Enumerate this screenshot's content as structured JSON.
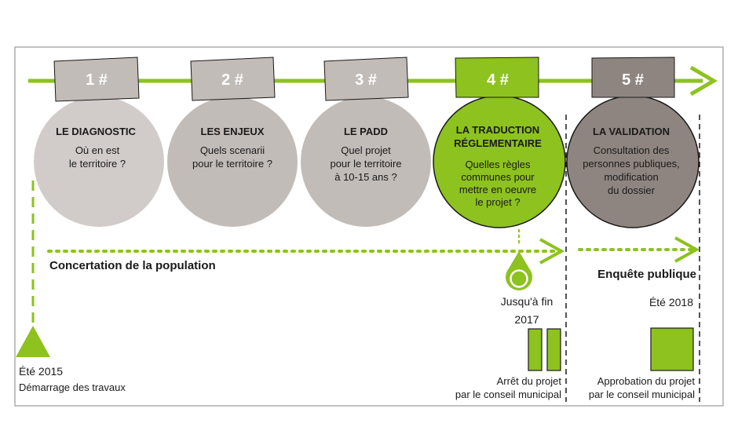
{
  "colors": {
    "green": "#8dc21f",
    "light_gray": "#d1ccc9",
    "mid_gray": "#c2bcb8",
    "dark_gray": "#8f8580",
    "border": "#9a9a9a",
    "text": "#1a1a1a"
  },
  "steps": [
    {
      "number": "1 #",
      "title": [
        "LE DIAGNOSTIC"
      ],
      "question": [
        "Où en est",
        "le territoire ?"
      ],
      "fill": "light_gray"
    },
    {
      "number": "2 #",
      "title": [
        "LES ENJEUX"
      ],
      "question": [
        "Quels scenarii",
        "pour le territoire ?"
      ],
      "fill": "mid_gray"
    },
    {
      "number": "3 #",
      "title": [
        "LE PADD"
      ],
      "question": [
        "Quel projet",
        "pour le territoire",
        "à 10-15 ans ?"
      ],
      "fill": "mid_gray"
    },
    {
      "number": "4 #",
      "title": [
        "LA TRADUCTION",
        "RÉGLEMENTAIRE"
      ],
      "question": [
        "Quelles règles",
        "communes pour",
        "mettre en oeuvre",
        "le projet ?"
      ],
      "fill": "green"
    },
    {
      "number": "5 #",
      "title": [
        "LA VALIDATION"
      ],
      "question": [
        "Consultation des",
        "personnes publiques,",
        "modification",
        "du dossier"
      ],
      "fill": "dark_gray"
    }
  ],
  "concertation_label": "Concertation de la population",
  "enquete_label": "Enquête publique",
  "start_date": "Été 2015",
  "start_caption": "Démarrage des travaux",
  "milestone_until": [
    "Jusqu'à fin",
    "2017"
  ],
  "arret_caption": [
    "Arrêt du projet",
    "par le conseil municipal"
  ],
  "validation_date": "Été 2018",
  "approbation_caption": [
    "Approbation du projet",
    "par le conseil municipal"
  ]
}
